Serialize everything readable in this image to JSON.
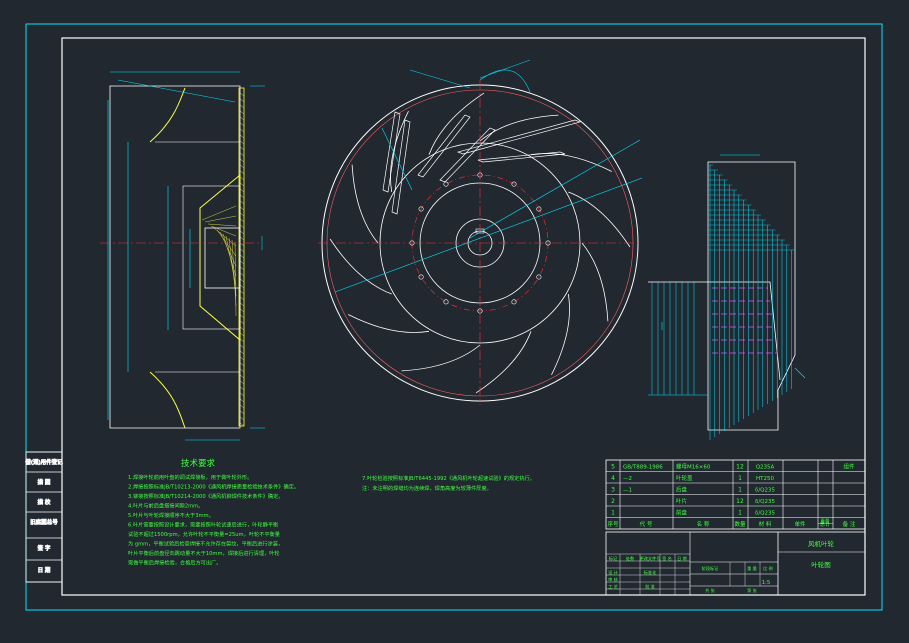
{
  "colors": {
    "background": "#212830",
    "frame": "#ffffff",
    "frame_outer": "#00e5ff",
    "outline": "#ffffff",
    "centerline": "#ff3030",
    "dimension": "#00e5ff",
    "hatch": "#ffff40",
    "note_text": "#40ff40",
    "phantom": "#ff40ff",
    "table_text": "#40ff40"
  },
  "technical_requirements": {
    "title": "技术要求",
    "lines": [
      "1.焊接叶轮前用叶盘的调试焊接板，用于做叶轮外形。",
      "2.焊接按照标准JB/T10213-2000《通风机焊接质量检验技术条件》确定。",
      "3.铆接按照标准JB/T10214-2000《通风机铆焊件技术条件》确定。",
      "4.叶片与前后盘搭接间隙2mm。",
      "5.叶片与叶轮焊接顺序不大于3mm。",
      "6.叶片需要按照设计要求，需要按照叶轮试速后进行，叶轮静平衡",
      "  试验不超过1500rpm，允许叶轮不平衡量=25um，叶轮不平衡量",
      "  为 gmm，平衡试验后检查焊接不允许存在裂纹，平衡后进行涂装，",
      "  叶片平衡后前盘径向跳动量不大于10mm，焊接后进行清理，叶轮",
      "  需做平衡后焊接检验，合格后方可出厂。"
    ]
  },
  "note_7": {
    "lines": [
      "7.叶轮检验按照标准JB/T6445-1992《通风机叶轮超速试验》的规定执行。",
      "注：未注明的焊缝均为连续焊，焊角高度为较薄件厚度。"
    ]
  },
  "side_column": {
    "labels": [
      "借(通)用件登记",
      "描 图",
      "描 校",
      "旧底图总号",
      "签 字",
      "日 期"
    ]
  },
  "parts_list": {
    "header": [
      "序号",
      "代 号",
      "名 称",
      "数量",
      "材 料",
      "单件",
      "总计",
      "备 注"
    ],
    "rows": [
      {
        "no": "5",
        "code": "GB/T889-1986",
        "name": "螺母M16×60",
        "qty": "12",
        "material": "Q235A",
        "remark": "组件"
      },
      {
        "no": "4",
        "code": "—2",
        "name": "叶轮盖",
        "qty": "1",
        "material": "HT250",
        "remark": ""
      },
      {
        "no": "3",
        "code": "—1",
        "name": "后盘",
        "qty": "1",
        "material": "δ/Q235",
        "remark": ""
      },
      {
        "no": "2",
        "code": "",
        "name": "叶片",
        "qty": "12",
        "material": "δ/Q235",
        "remark": ""
      },
      {
        "no": "1",
        "code": "",
        "name": "前盘",
        "qty": "1",
        "material": "δ/Q235",
        "remark": ""
      }
    ],
    "mass_label": "重量"
  },
  "title_block": {
    "product": "风机叶轮",
    "drawing_name": "叶轮图",
    "scale": "1:5",
    "labels": [
      "标记",
      "处数",
      "更改文件号",
      "签 名",
      "日 期",
      "设 计",
      "标准化",
      "审 核",
      "工 艺",
      "批 准",
      "阶段标记",
      "重 量",
      "比 例",
      "共 张",
      "第 张"
    ]
  }
}
